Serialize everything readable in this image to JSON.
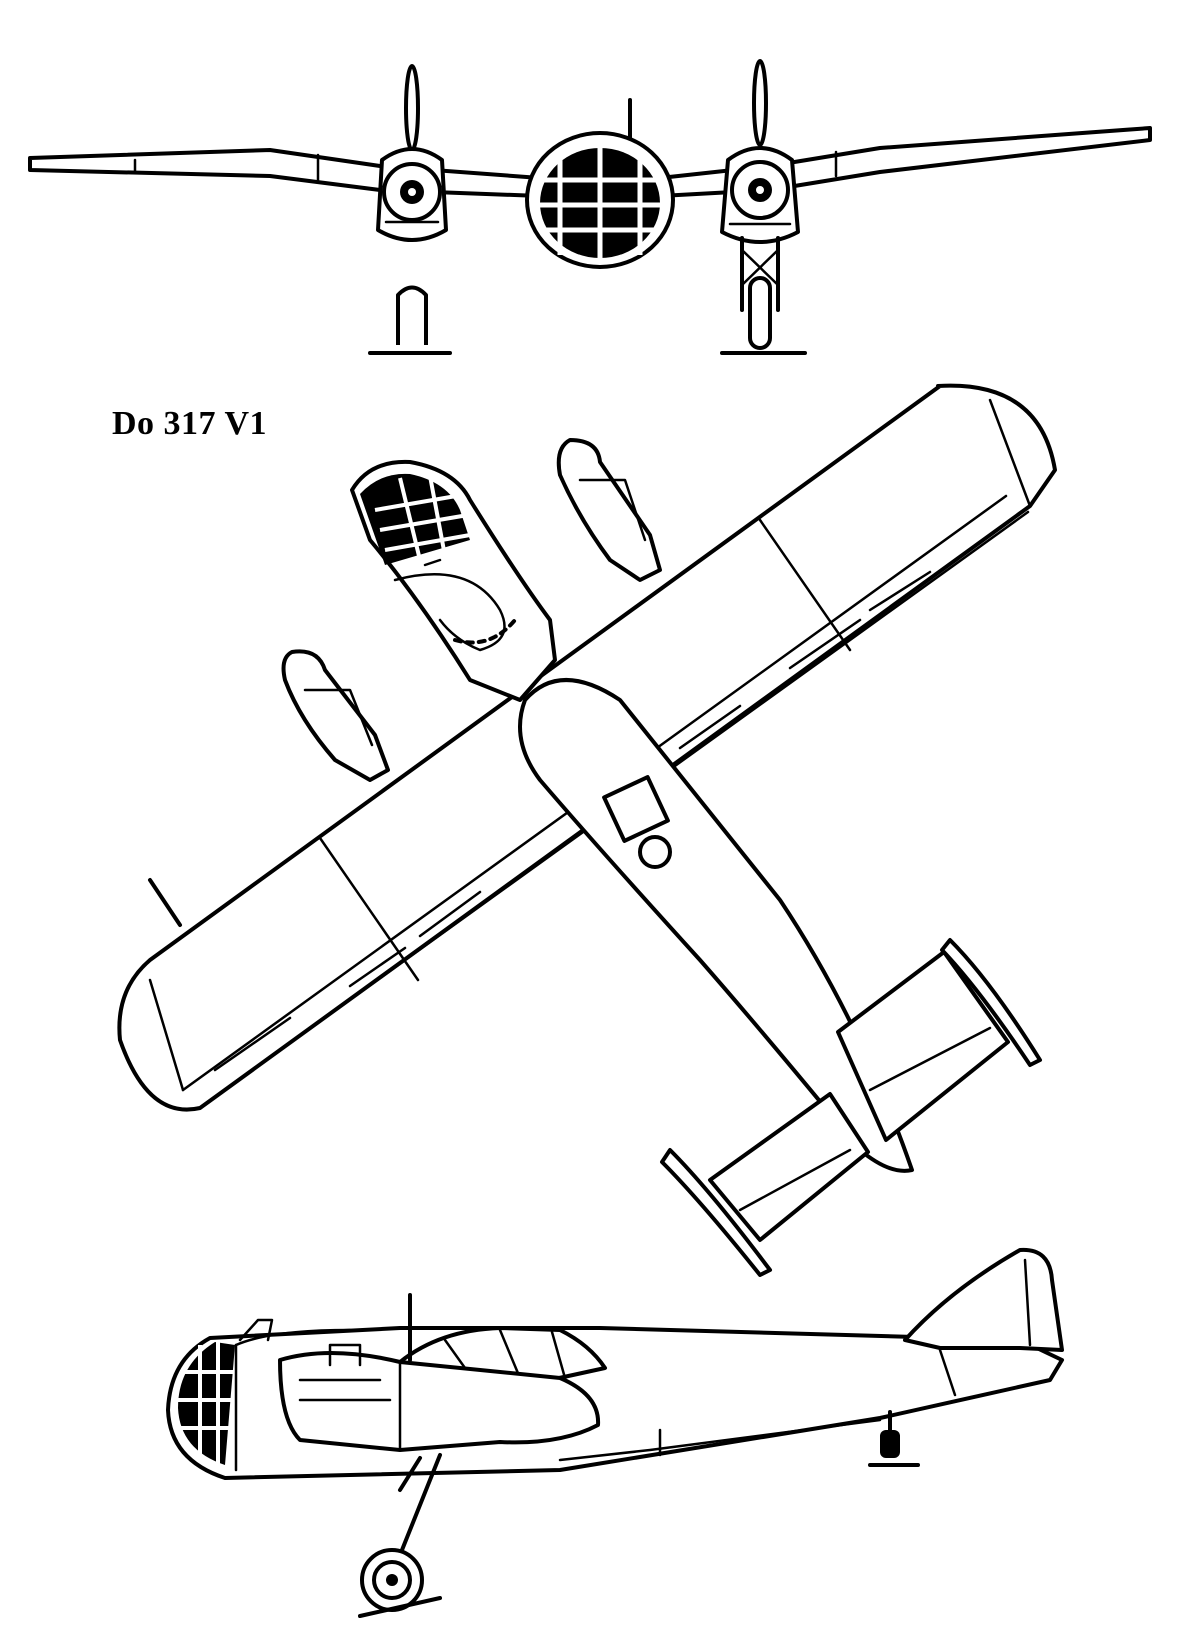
{
  "title": "Do 317 V1",
  "colors": {
    "line": "#000000",
    "background": "#ffffff"
  },
  "views": [
    "front-view",
    "top-view",
    "side-view"
  ]
}
